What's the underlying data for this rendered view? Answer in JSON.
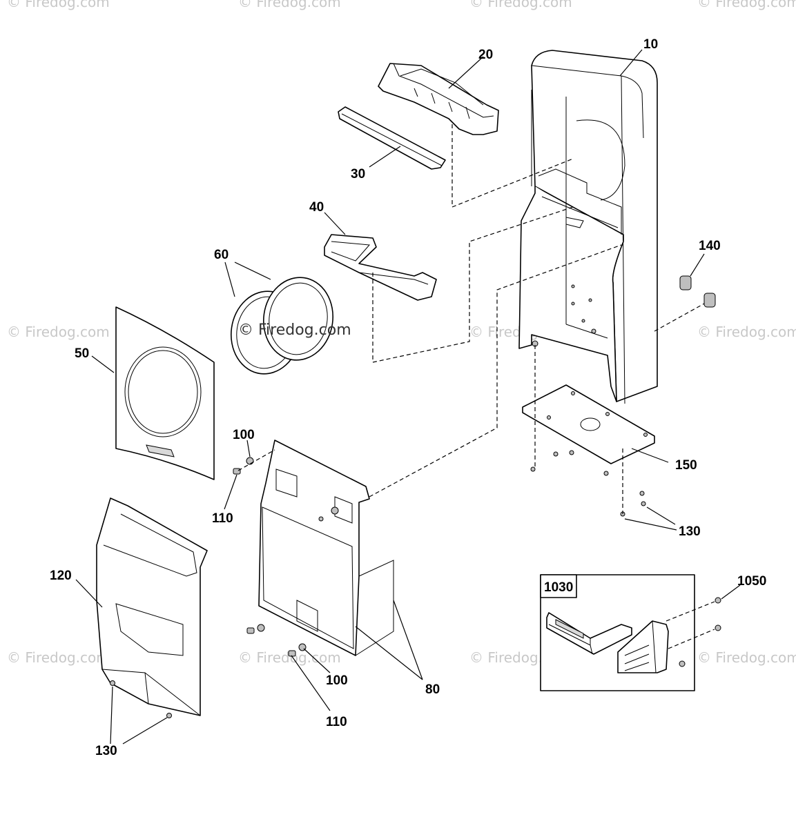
{
  "diagram": {
    "callouts": [
      "10",
      "20",
      "30",
      "40",
      "50",
      "60",
      "80",
      "100",
      "110",
      "120",
      "130",
      "140",
      "150",
      "1030",
      "1050"
    ],
    "repeat_callouts": {
      "c100b": "100",
      "c110b": "110",
      "c130b": "130"
    },
    "watermark": "© Firedog.com"
  }
}
